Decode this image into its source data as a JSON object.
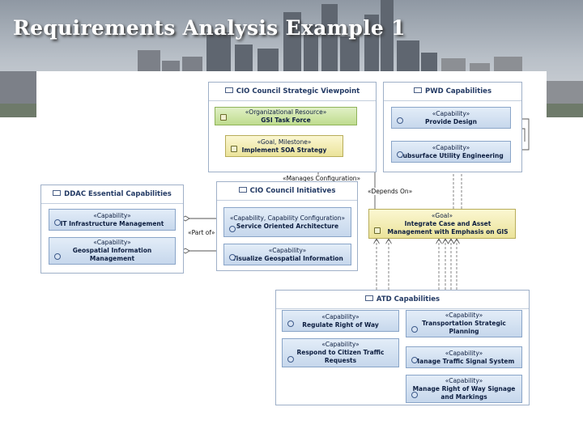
{
  "slide": {
    "title": "Requirements Analysis Example 1"
  },
  "colors": {
    "title_text": "#ffffff",
    "package_border": "#9fb0c8",
    "capability_fill": "#c6d7ec",
    "resource_fill": "#bfdc8e",
    "goal_fill": "#ebe39a"
  },
  "packages": {
    "cio_viewpoint": "CIO Council Strategic Viewpoint",
    "pwd": "PWD Capabilities",
    "ddac": "DDAC Essential Capabilities",
    "cio_initiatives": "CIO Council Initiatives",
    "atd": "ATD Capabilities"
  },
  "elements": {
    "gsi_task_force": {
      "stereotype": "«Organizational Resource»",
      "name": "GSI Task Force"
    },
    "soa_strategy": {
      "stereotype": "«Goal, Milestone»",
      "name": "Implement SOA Strategy"
    },
    "provide_design": {
      "stereotype": "«Capability»",
      "name": "Provide Design"
    },
    "subsurface": {
      "stereotype": "«Capability»",
      "name": "Subsurface Utility Engineering"
    },
    "it_infra": {
      "stereotype": "«Capability»",
      "name": "IT Infrastructure Management"
    },
    "geo_info": {
      "stereotype": "«Capability»",
      "name": "Geospatial Information Management"
    },
    "soa_config": {
      "stereotype": "«Capability, Capability Configuration»",
      "name": "Service Oriented Architecture"
    },
    "visualize": {
      "stereotype": "«Capability»",
      "name": "Visualize Geospatial Information"
    },
    "integrate_goal": {
      "stereotype": "«Goal»",
      "name": "Integrate Case and Asset Management with Emphasis on GIS"
    },
    "regulate": {
      "stereotype": "«Capability»",
      "name": "Regulate Right of Way"
    },
    "transport": {
      "stereotype": "«Capability»",
      "name": "Transportation Strategic Planning"
    },
    "respond": {
      "stereotype": "«Capability»",
      "name": "Respond to Citizen Traffic Requests"
    },
    "signal": {
      "stereotype": "«Capability»",
      "name": "Manage Traffic Signal System"
    },
    "row_signage": {
      "stereotype": "«Capability»",
      "name": "Manage Right of Way Signage and Markings"
    }
  },
  "connector_labels": {
    "manages_configuration": "«Manages Configuration»",
    "depends_on": "«Depends On»",
    "part_of": "«Part of»"
  }
}
